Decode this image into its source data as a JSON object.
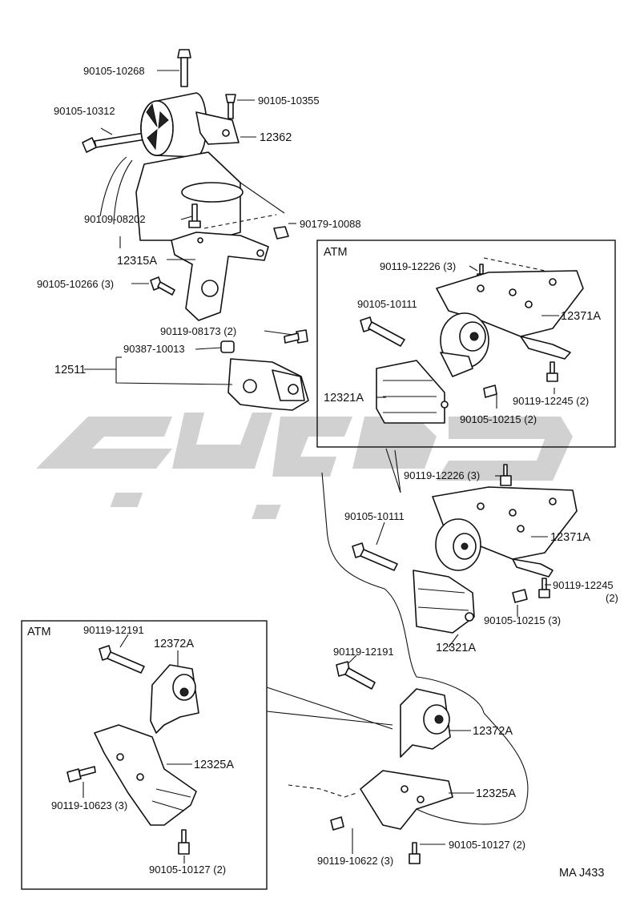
{
  "watermark_logo": "logo-watermark",
  "labels": {
    "p90105_10268": "90105-10268",
    "p90105_10355": "90105-10355",
    "p90105_10312": "90105-10312",
    "p12362": "12362",
    "p90109_08202": "90109-08202",
    "p90179_10088": "90179-10088",
    "p12315A": "12315A",
    "p90105_10266": "90105-10266 (3)",
    "p90119_08173": "90119-08173 (2)",
    "p90387_10013": "90387-10013",
    "p12511": "12511",
    "atm_top_title": "ATM",
    "atm_top_90119_12226": "90119-12226 (3)",
    "atm_top_90105_10111": "90105-10111",
    "atm_top_12371A": "12371A",
    "atm_top_12321A": "12321A",
    "atm_top_90119_12245": "90119-12245 (2)",
    "atm_top_90105_10215": "90105-10215 (2)",
    "r_90119_12226": "90119-12226 (3)",
    "r_90105_10111": "90105-10111",
    "r_12371A": "12371A",
    "r_90119_12245": "90119-12245",
    "r_90119_12245_qty": "(2)",
    "r_90105_10215": "90105-10215 (3)",
    "r_12321A": "12321A",
    "r_90119_12191": "90119-12191",
    "r_12372A": "12372A",
    "r_12325A": "12325A",
    "r_90119_10622": "90119-10622 (3)",
    "r_90105_10127": "90105-10127 (2)",
    "atm_bot_title": "ATM",
    "atm_bot_90119_12191": "90119-12191",
    "atm_bot_12372A": "12372A",
    "atm_bot_12325A": "12325A",
    "atm_bot_90119_10623": "90119-10623 (3)",
    "atm_bot_90105_10127": "90105-10127 (2)",
    "footer_code": "MA  J433"
  }
}
